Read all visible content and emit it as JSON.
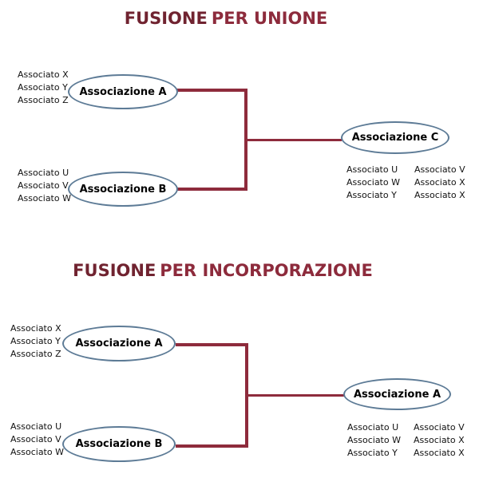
{
  "colors": {
    "title_first_word": "#702330",
    "title_rest": "#8D2B3C",
    "connector_line": "#8E2B3C",
    "ellipse_border": "#5D7B96",
    "text": "#111111",
    "background": "#FFFFFF"
  },
  "diagrams": [
    {
      "title": {
        "word1": "FUSIONE",
        "rest": "PER UNIONE"
      },
      "source_nodes": [
        {
          "label": "Associazione A",
          "members": [
            "Associato X",
            "Associato Y",
            "Associato Z"
          ]
        },
        {
          "label": "Associazione B",
          "members": [
            "Associato U",
            "Associato V",
            "Associato W"
          ]
        }
      ],
      "result_node": {
        "label": "Associazione C",
        "member_columns": [
          [
            "Associato U",
            "Associato W",
            "Associato Y"
          ],
          [
            "Associato V",
            "Associato X",
            "Associato X"
          ]
        ]
      }
    },
    {
      "title": {
        "word1": "FUSIONE",
        "rest": "PER INCORPORAZIONE"
      },
      "source_nodes": [
        {
          "label": "Associazione A",
          "members": [
            "Associato X",
            "Associato Y",
            "Associato Z"
          ]
        },
        {
          "label": "Associazione B",
          "members": [
            "Associato U",
            "Associato V",
            "Associato W"
          ]
        }
      ],
      "result_node": {
        "label": "Associazione A",
        "member_columns": [
          [
            "Associato U",
            "Associato W",
            "Associato Y"
          ],
          [
            "Associato V",
            "Associato X",
            "Associato X"
          ]
        ]
      }
    }
  ]
}
